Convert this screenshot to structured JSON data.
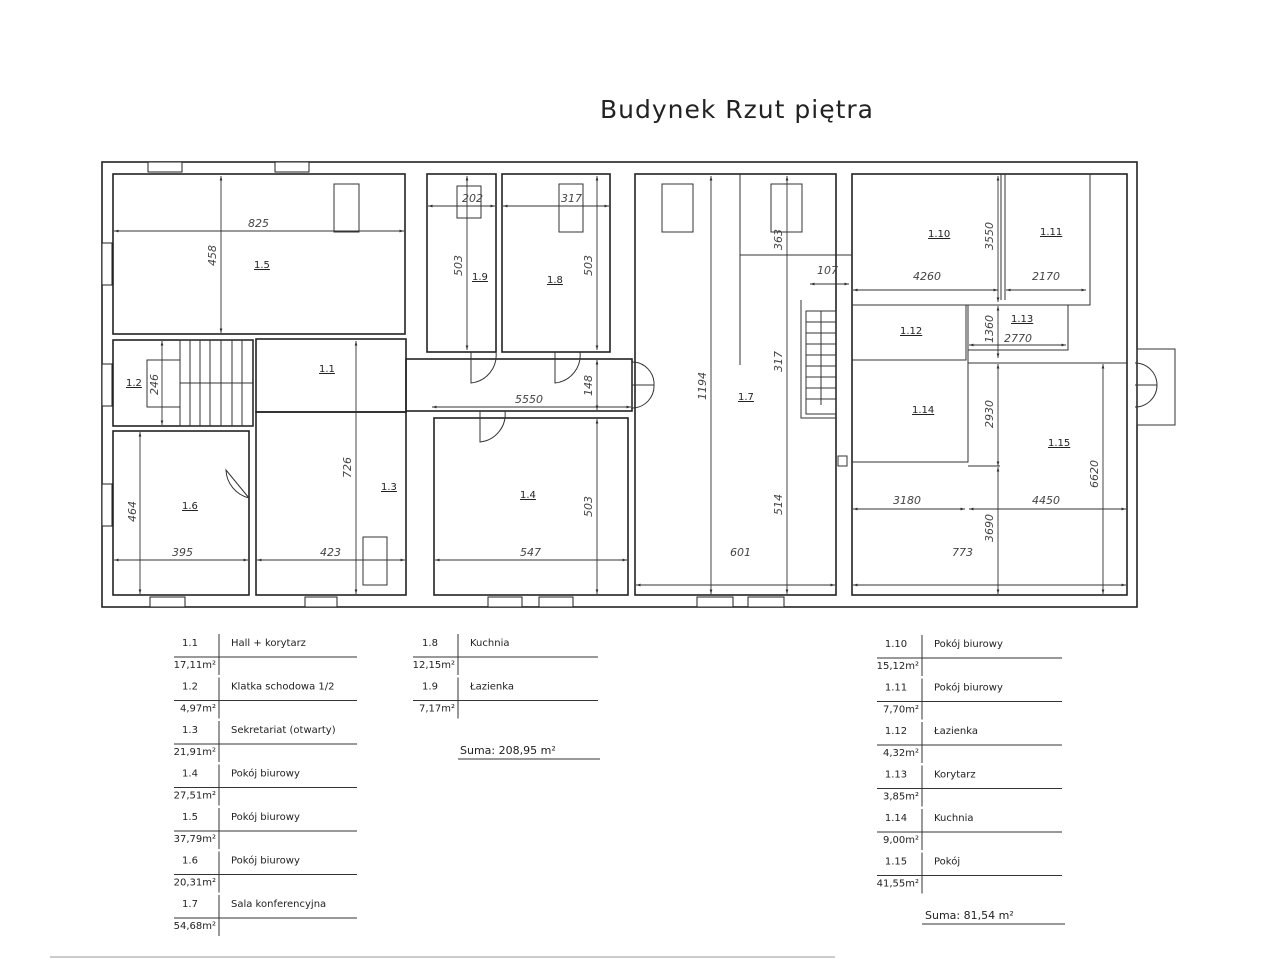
{
  "title": "Budynek Rzut piętra",
  "rooms": {
    "r1_1": "1.1",
    "r1_2": "1.2",
    "r1_3": "1.3",
    "r1_4": "1.4",
    "r1_5": "1.5",
    "r1_6": "1.6",
    "r1_7": "1.7",
    "r1_8": "1.8",
    "r1_9": "1.9",
    "r1_10": "1.10",
    "r1_11": "1.11",
    "r1_12": "1.12",
    "r1_13": "1.13",
    "r1_14": "1.14",
    "r1_15": "1.15"
  },
  "dimensions": {
    "d825": "825",
    "d458": "458",
    "d202": "202",
    "d317a": "317",
    "d503a": "503",
    "d503b": "503",
    "d246": "246",
    "d148": "148",
    "d5550": "5550",
    "d726": "726",
    "d464": "464",
    "d395": "395",
    "d423": "423",
    "d547": "547",
    "d503c": "503",
    "d1194": "1194",
    "d363": "363",
    "d107": "107",
    "d317b": "317",
    "d514": "514",
    "d601": "601",
    "d4260": "4260",
    "d3550": "3550",
    "d2170": "2170",
    "d1360": "1360",
    "d2770": "2770",
    "d2930": "2930",
    "d6620": "6620",
    "d3180": "3180",
    "d4450": "4450",
    "d3690": "3690",
    "d773": "773"
  },
  "legend_left": [
    {
      "num": "1.1",
      "name": "Hall + korytarz",
      "area": "17,11m²"
    },
    {
      "num": "1.2",
      "name": "Klatka schodowa 1/2",
      "area": "4,97m²"
    },
    {
      "num": "1.3",
      "name": "Sekretariat (otwarty)",
      "area": "21,91m²"
    },
    {
      "num": "1.4",
      "name": "Pokój biurowy",
      "area": "27,51m²"
    },
    {
      "num": "1.5",
      "name": "Pokój biurowy",
      "area": "37,79m²"
    },
    {
      "num": "1.6",
      "name": "Pokój biurowy",
      "area": "20,31m²"
    },
    {
      "num": "1.7",
      "name": "Sala konferencyjna",
      "area": "54,68m²"
    }
  ],
  "legend_mid": [
    {
      "num": "1.8",
      "name": "Kuchnia",
      "area": "12,15m²"
    },
    {
      "num": "1.9",
      "name": "Łazienka",
      "area": "7,17m²"
    }
  ],
  "sum_mid": "Suma: 208,95 m²",
  "legend_right": [
    {
      "num": "1.10",
      "name": "Pokój biurowy",
      "area": "15,12m²"
    },
    {
      "num": "1.11",
      "name": "Pokój biurowy",
      "area": "7,70m²"
    },
    {
      "num": "1.12",
      "name": "Łazienka",
      "area": "4,32m²"
    },
    {
      "num": "1.13",
      "name": "Korytarz",
      "area": "3,85m²"
    },
    {
      "num": "1.14",
      "name": "Kuchnia",
      "area": "9,00m²"
    },
    {
      "num": "1.15",
      "name": "Pokój",
      "area": "41,55m²"
    }
  ],
  "sum_right": "Suma: 81,54 m²"
}
